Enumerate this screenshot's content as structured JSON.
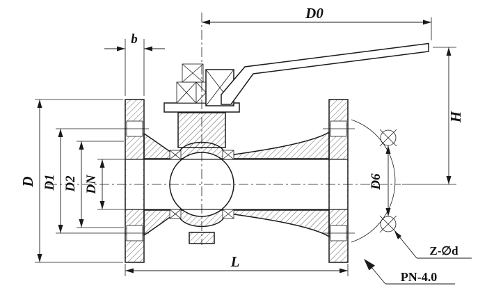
{
  "drawing": {
    "background": "#ffffff",
    "ink": "#1a1a1a",
    "labels": {
      "d0": "D0",
      "b": "b",
      "h": "H",
      "d": "D",
      "d1": "D1",
      "d2": "D2",
      "dn": "DN",
      "d6": "D6",
      "l": "L",
      "z_d": "Z-∅d",
      "pn": "PN-4.0"
    }
  }
}
